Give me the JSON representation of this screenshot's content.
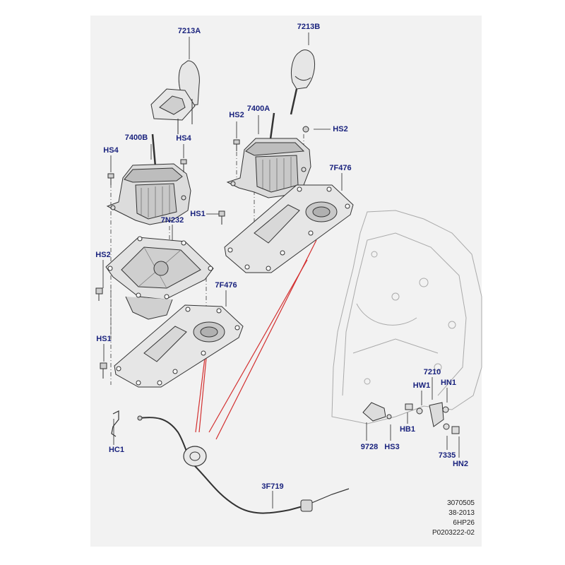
{
  "labels": {
    "l_7213A": "7213A",
    "l_7213B": "7213B",
    "l_7400B": "7400B",
    "l_7400A": "7400A",
    "l_hs4_left": "HS4",
    "l_hs4_right": "HS4",
    "l_hs2_top": "HS2",
    "l_hs2_right": "HS2",
    "l_7F476_top": "7F476",
    "l_hs1_mid": "HS1",
    "l_7N232": "7N232",
    "l_hs2_left": "HS2",
    "l_7F476_bottom": "7F476",
    "l_hs1_left": "HS1",
    "l_hc1": "HC1",
    "l_3F719": "3F719",
    "l_7210": "7210",
    "l_hw1": "HW1",
    "l_hn1": "HN1",
    "l_hb1": "HB1",
    "l_9728": "9728",
    "l_hs3": "HS3",
    "l_7335": "7335",
    "l_hn2": "HN2"
  },
  "footer": [
    "3070505",
    "38-2013",
    "6HP26",
    "P0203222-02"
  ],
  "colors": {
    "label": "#1a237e",
    "leader": "#222222",
    "part": "#333333",
    "cable_route": "#d32f2f",
    "background": "#f2f2f2"
  }
}
